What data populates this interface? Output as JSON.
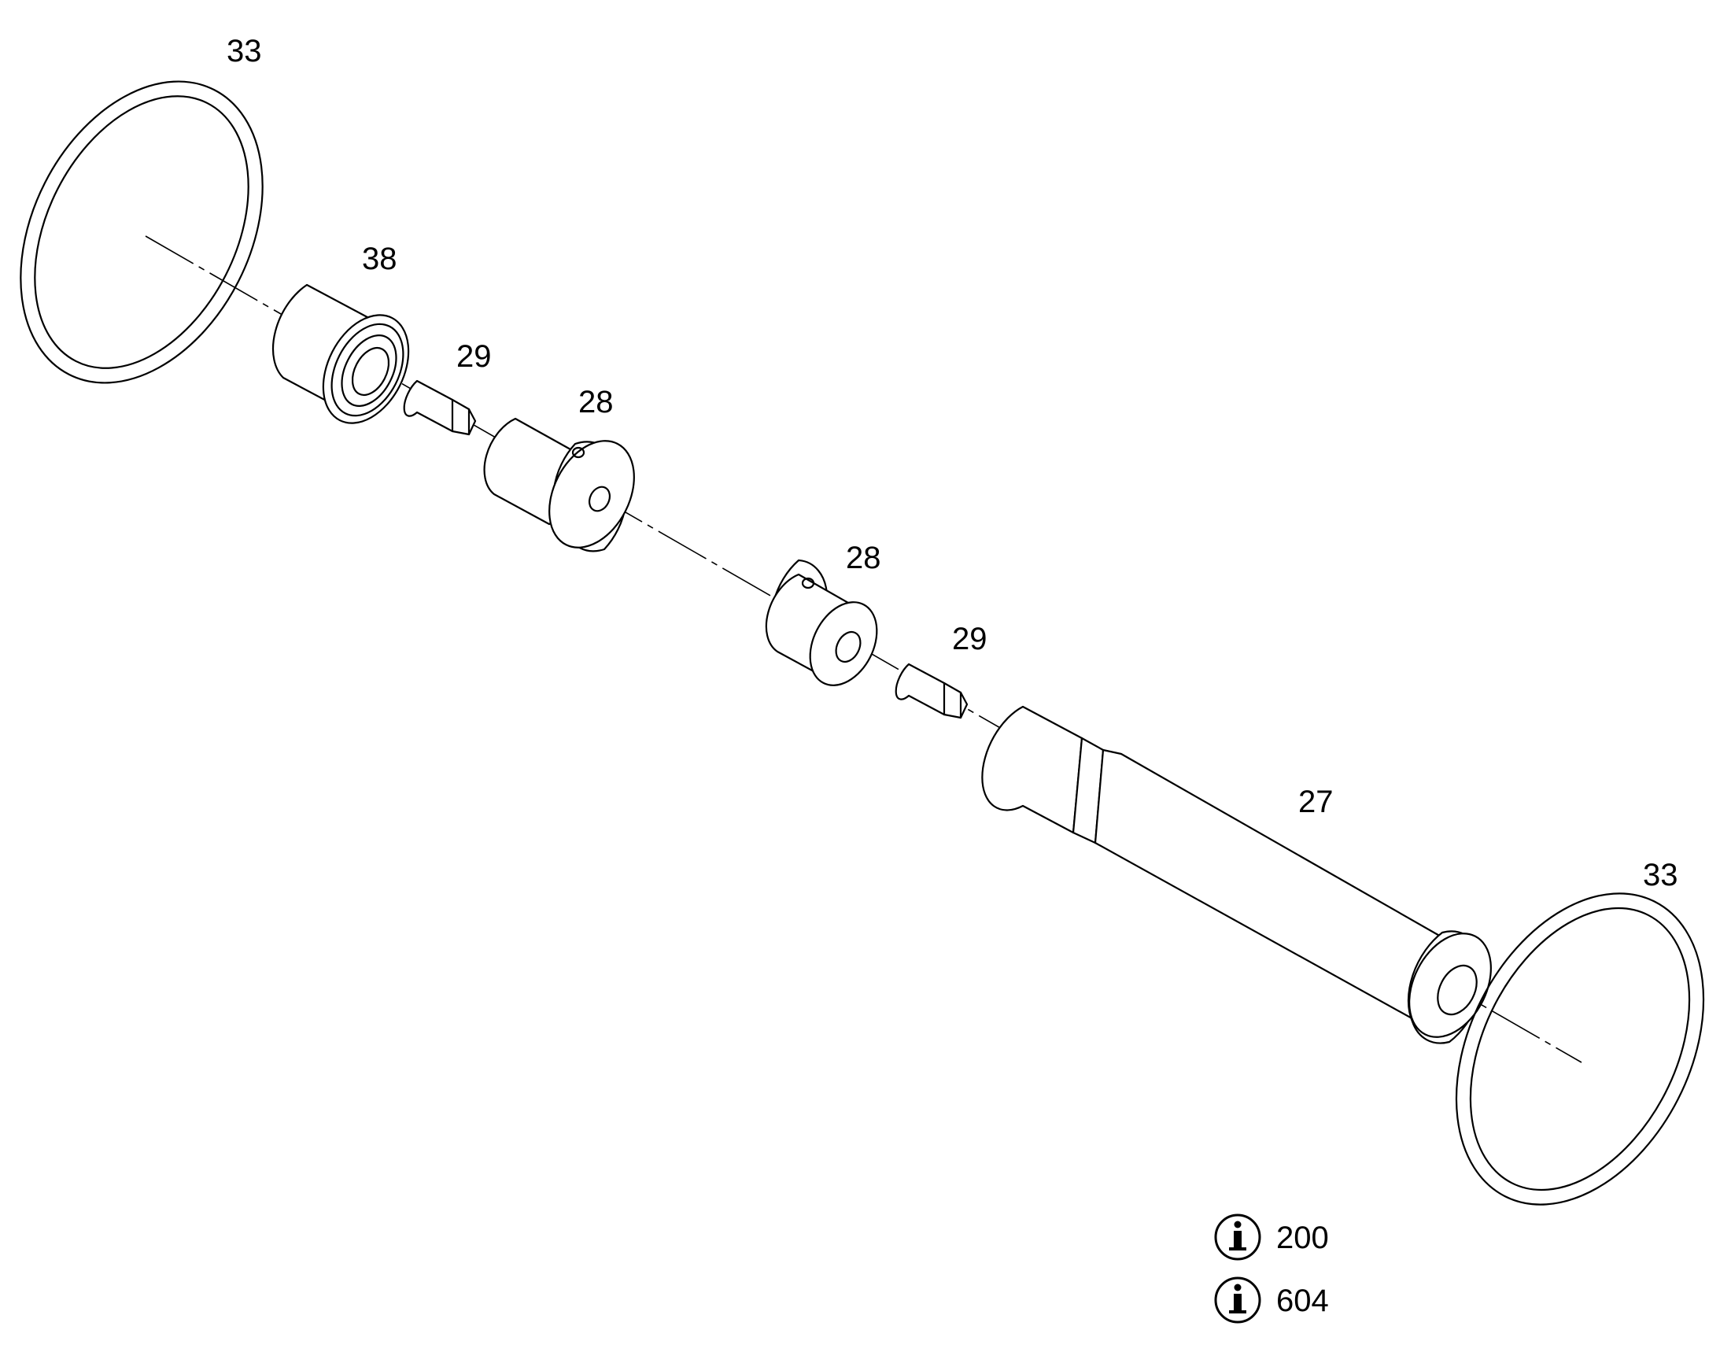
{
  "diagram": {
    "parts": [
      {
        "id": "ring-top",
        "label": "33"
      },
      {
        "id": "sleeve",
        "label": "38"
      },
      {
        "id": "plug-1",
        "label": "29"
      },
      {
        "id": "bushing-1",
        "label": "28"
      },
      {
        "id": "bushing-2",
        "label": "28"
      },
      {
        "id": "plug-2",
        "label": "29"
      },
      {
        "id": "shaft",
        "label": "27"
      },
      {
        "id": "ring-bottom",
        "label": "33"
      }
    ],
    "info_refs": [
      {
        "icon": "info-icon",
        "value": "200"
      },
      {
        "icon": "info-icon",
        "value": "604"
      }
    ],
    "colors": {
      "ink": "#000000",
      "paper": "#ffffff"
    }
  }
}
